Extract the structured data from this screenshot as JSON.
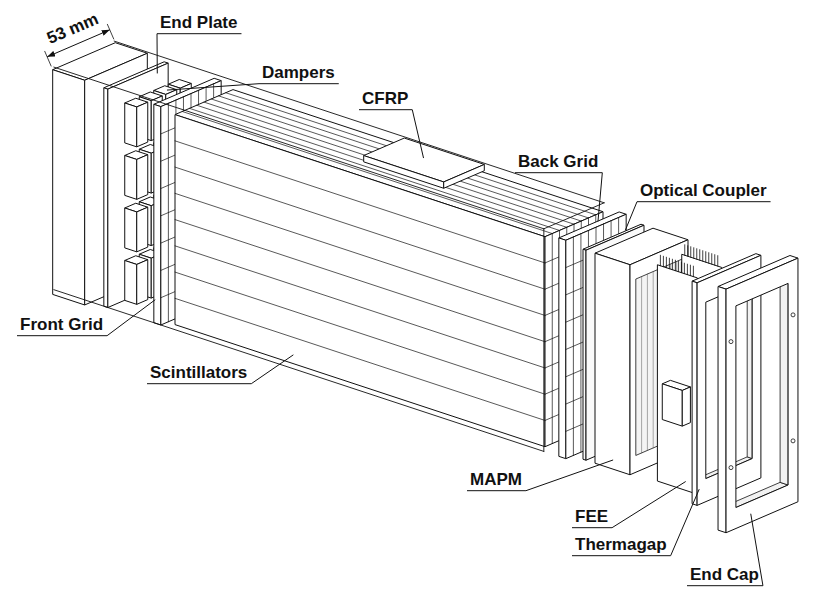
{
  "diagram": {
    "labels": [
      "53 mm",
      "End Plate",
      "Dampers",
      "CFRP",
      "Back Grid",
      "Optical Coupler",
      "Front Grid",
      "Scintillators",
      "MAPM",
      "FEE",
      "Thermagap",
      "End Cap"
    ]
  }
}
